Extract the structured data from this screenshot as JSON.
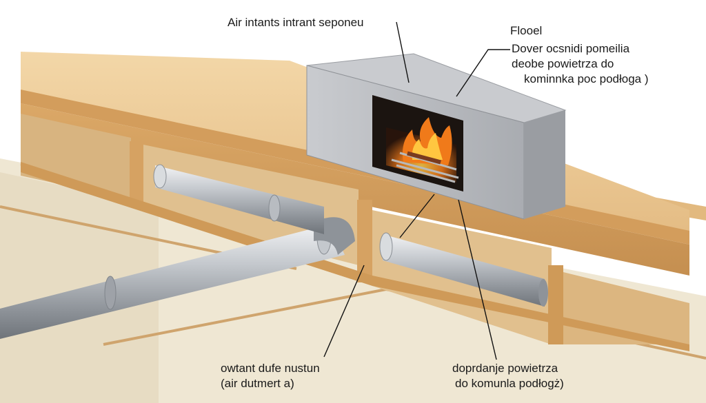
{
  "labels": {
    "top": "Air intants intrant seponeu",
    "floor_title": "Flooel",
    "floor_desc": [
      "Dover ocsnidi pomeilia",
      "deobe powietrza  do",
      "kominnka poc podłoga )"
    ],
    "duct": [
      "owtant dufe nustun",
      "(air dutmert a)"
    ],
    "supply": [
      "doprdanje powietrza",
      "do komunla podłogż)"
    ]
  },
  "colors": {
    "wood": "#e8c48e",
    "wood_dark": "#c9965a",
    "floor": "#ece3cf",
    "metal": "#a9adb3",
    "fireplace": "#b7b9bd",
    "firebox": "#1b1410",
    "flame": "#f07a1a"
  },
  "icons": [
    "fireplace-icon",
    "fire-icon",
    "duct-pipe"
  ]
}
